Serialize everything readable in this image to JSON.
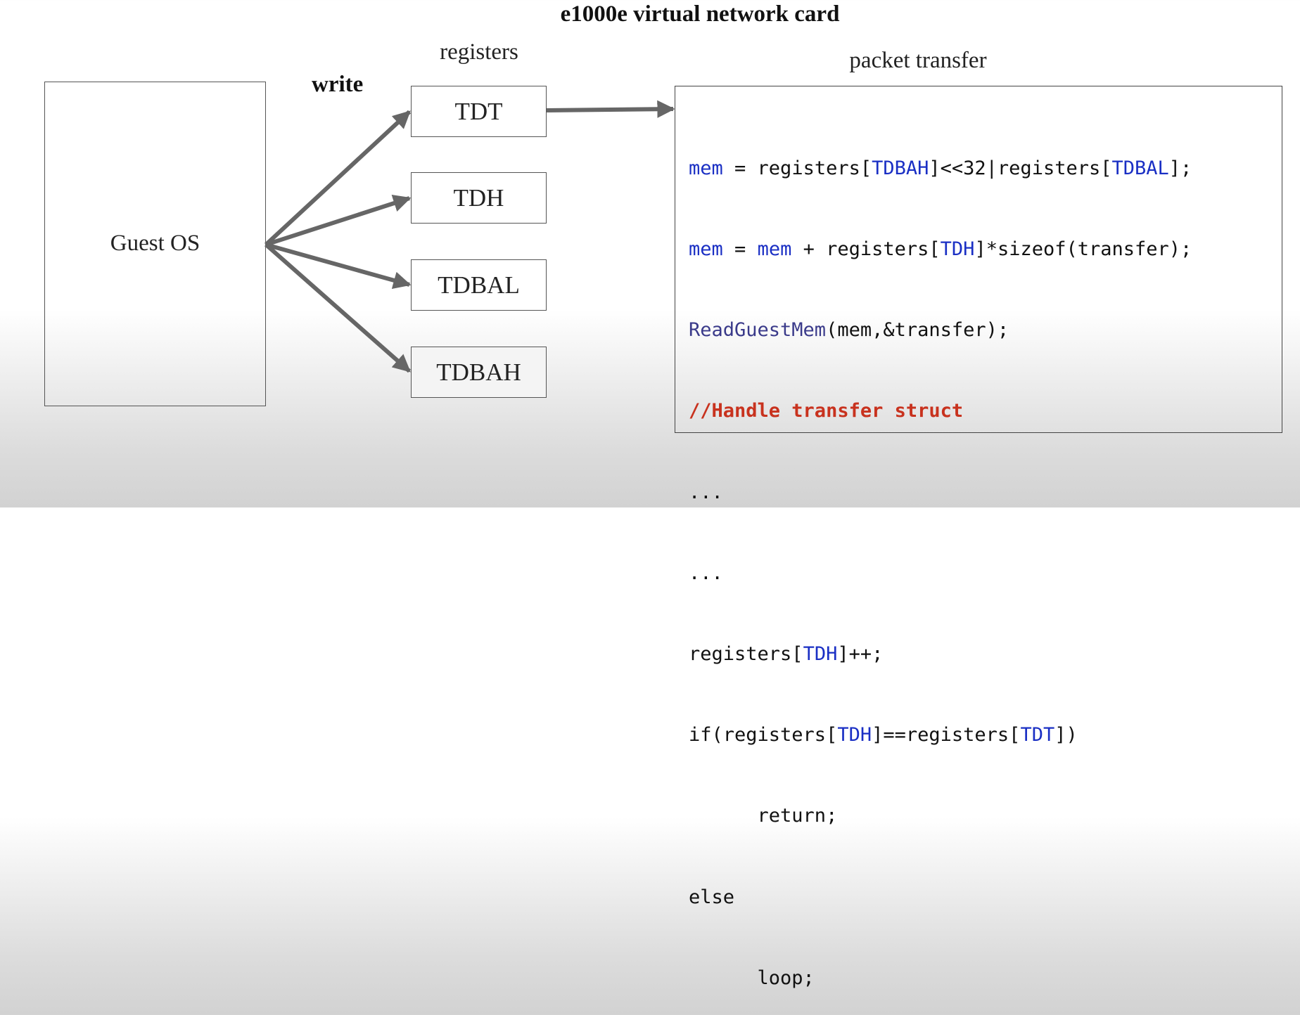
{
  "title": "e1000e virtual network card",
  "labels": {
    "registers": "registers",
    "packet_transfer": "packet transfer",
    "write": "write",
    "guest_os": "Guest OS"
  },
  "registers": [
    "TDT",
    "TDH",
    "TDBAL",
    "TDBAH"
  ],
  "code": {
    "l1": {
      "a": "mem",
      "b": " = registers[",
      "c": "TDBAH",
      "d": "]<<32|registers[",
      "e": "TDBAL",
      "f": "];"
    },
    "l2": {
      "a": "mem",
      "b": " = ",
      "c": "mem",
      "d": " + registers[",
      "e": "TDH",
      "f": "]*sizeof(transfer);"
    },
    "l3": {
      "a": "ReadGuestMem",
      "b": "(mem,&transfer);"
    },
    "l4": "//Handle transfer struct",
    "l5": "...",
    "l6": "...",
    "l7": {
      "a": "registers[",
      "b": "TDH",
      "c": "]++;"
    },
    "l8": {
      "a": "if(registers[",
      "b": "TDH",
      "c": "]==registers[",
      "d": "TDT",
      "e": "])"
    },
    "l9": "      return;",
    "l10": "else",
    "l11": "      loop;"
  },
  "colors": {
    "keyword": "#1a2fc4",
    "function": "#3a3a8a",
    "comment": "#c8321e",
    "arrow": "#666666"
  }
}
